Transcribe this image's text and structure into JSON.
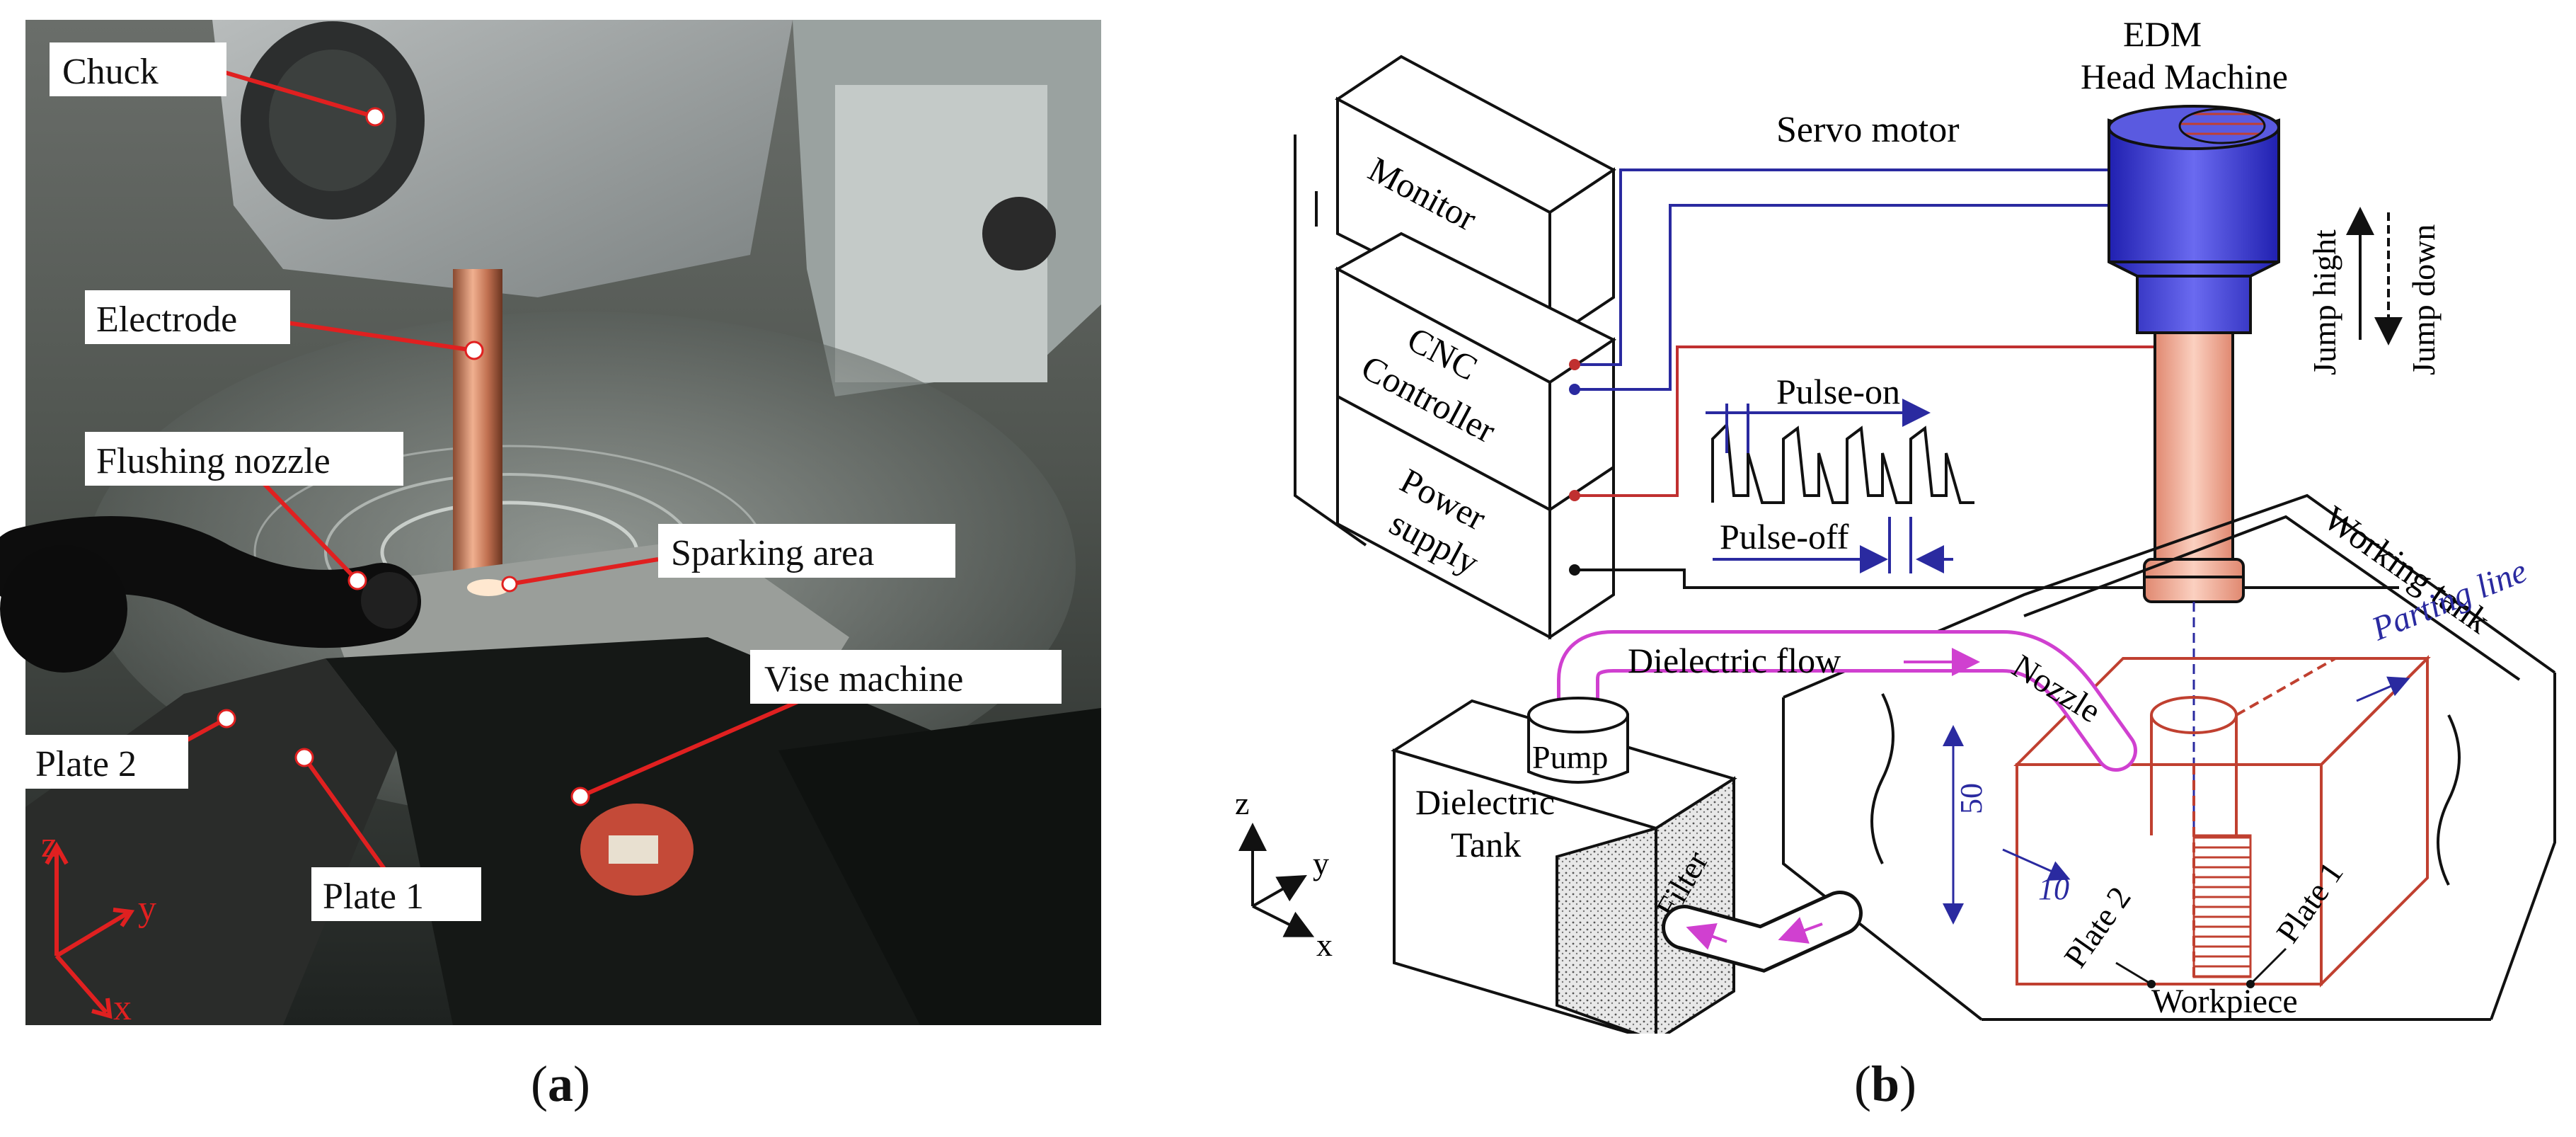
{
  "panel_a": {
    "labels": {
      "chuck": "Chuck",
      "electrode": "Electrode",
      "flushing_nozzle": "Flushing nozzle",
      "sparking_area": "Sparking area",
      "vise_machine": "Vise machine",
      "plate_2": "Plate 2",
      "plate_1": "Plate 1"
    },
    "axes": {
      "z": "z",
      "y": "y",
      "x": "x"
    },
    "caption_letter": "a"
  },
  "panel_b": {
    "title_line1": "EDM",
    "title_line2": "Head Machine",
    "servo_motor": "Servo motor",
    "monitor": "Monitor",
    "cnc": "CNC",
    "controller": "Controller",
    "power": "Power",
    "supply": "supply",
    "pulse_on": "Pulse-on",
    "pulse_off": "Pulse-off",
    "jump_hight": "Jump hight",
    "jump_down": "Jump down",
    "working_tank": "Working tank",
    "parting_line": "Parting line",
    "dielectric_flow": "Dielectric flow",
    "nozzle": "Nozzle",
    "pump": "Pump",
    "dielectric": "Dielectric",
    "tank": "Tank",
    "filter": "Filter",
    "dim_50": "50",
    "dim_10": "10",
    "plate_2": "Plate 2",
    "plate_1": "Plate 1",
    "workpiece": "Workpiece",
    "axes": {
      "z": "z",
      "y": "y",
      "x": "x"
    },
    "caption_letter": "b"
  },
  "colors": {
    "label_line": "#e02020",
    "head_blue": "#3a3ad8",
    "electrode_salmon": "#f2a890",
    "workpiece_red": "#c04030",
    "flow_magenta": "#d040d0",
    "wire_blue": "#2a2aa0",
    "wire_red": "#c03030"
  }
}
